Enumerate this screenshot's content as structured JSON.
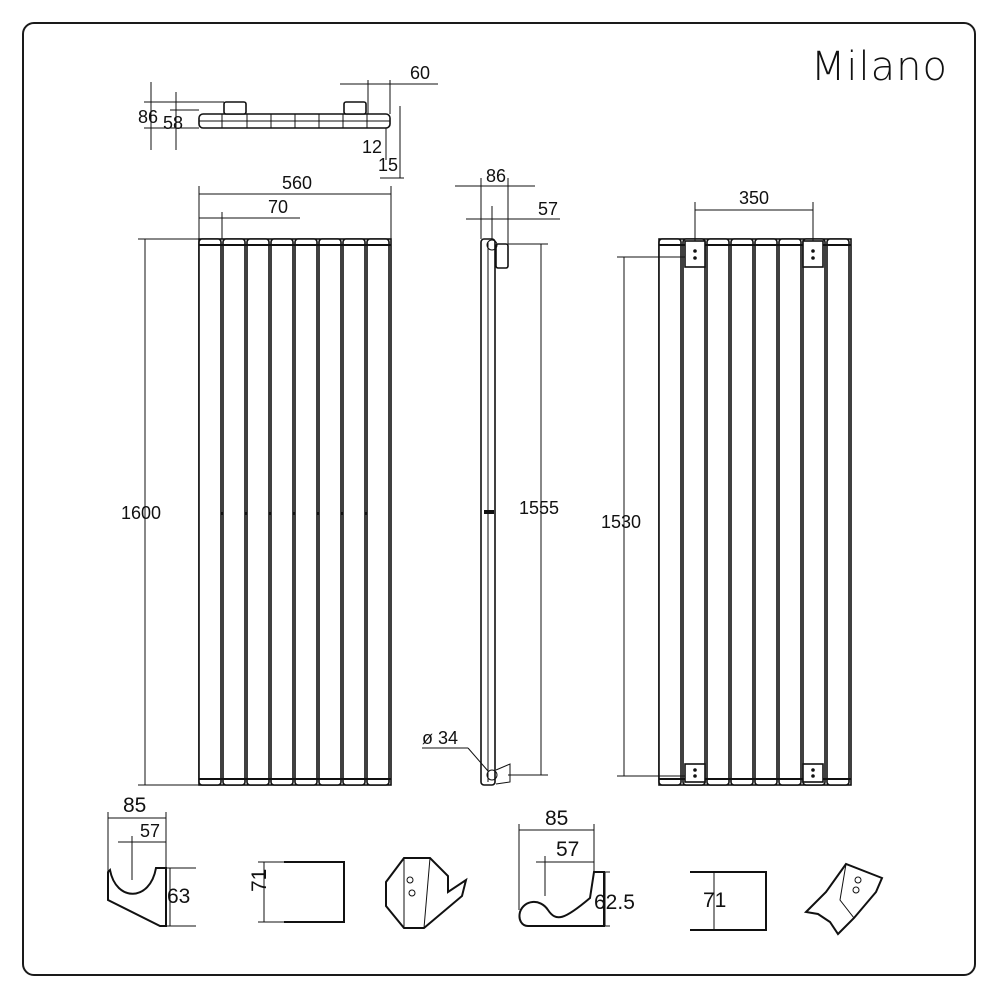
{
  "title": "Milano",
  "top_view": {
    "dims": {
      "depth_total": "86",
      "depth_inner": "58",
      "offset": "60",
      "clear_a": "12",
      "clear_b": "15"
    }
  },
  "front_view": {
    "dims": {
      "width": "560",
      "panel_width": "70",
      "height": "1600"
    }
  },
  "side_view": {
    "dims": {
      "depth": "86",
      "wall_gap": "57",
      "pipe_spacing": "1555",
      "pipe_diameter": "ø 34"
    }
  },
  "back_view": {
    "dims": {
      "bracket_spacing": "350",
      "bracket_height": "1530"
    }
  },
  "bracket_details": {
    "a": {
      "depth": "85",
      "offset": "57",
      "height": "63",
      "width": "71"
    },
    "b": {
      "depth": "85",
      "offset": "57",
      "height": "62.5",
      "width": "71"
    }
  }
}
